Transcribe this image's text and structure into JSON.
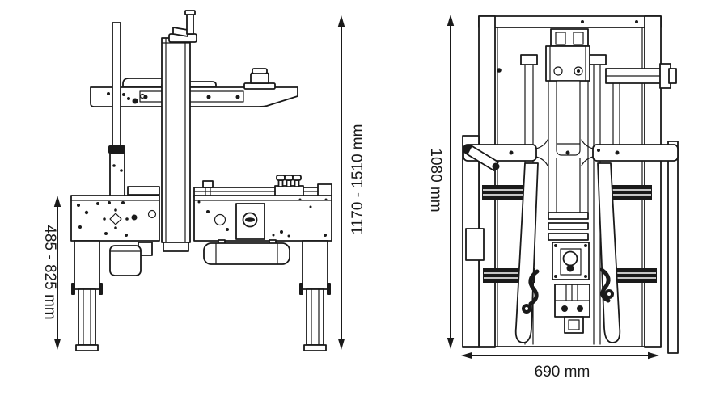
{
  "drawing": {
    "background": "#ffffff",
    "line_color": "#1a1a1a",
    "subject": "carton sealing machine dimensional drawing",
    "front_view": {
      "left_dimension_label": "485 - 825 mm",
      "right_dimension_label": "1170 - 1510 mm"
    },
    "top_view": {
      "left_dimension_label": "1080 mm",
      "bottom_dimension_label": "690 mm"
    }
  }
}
